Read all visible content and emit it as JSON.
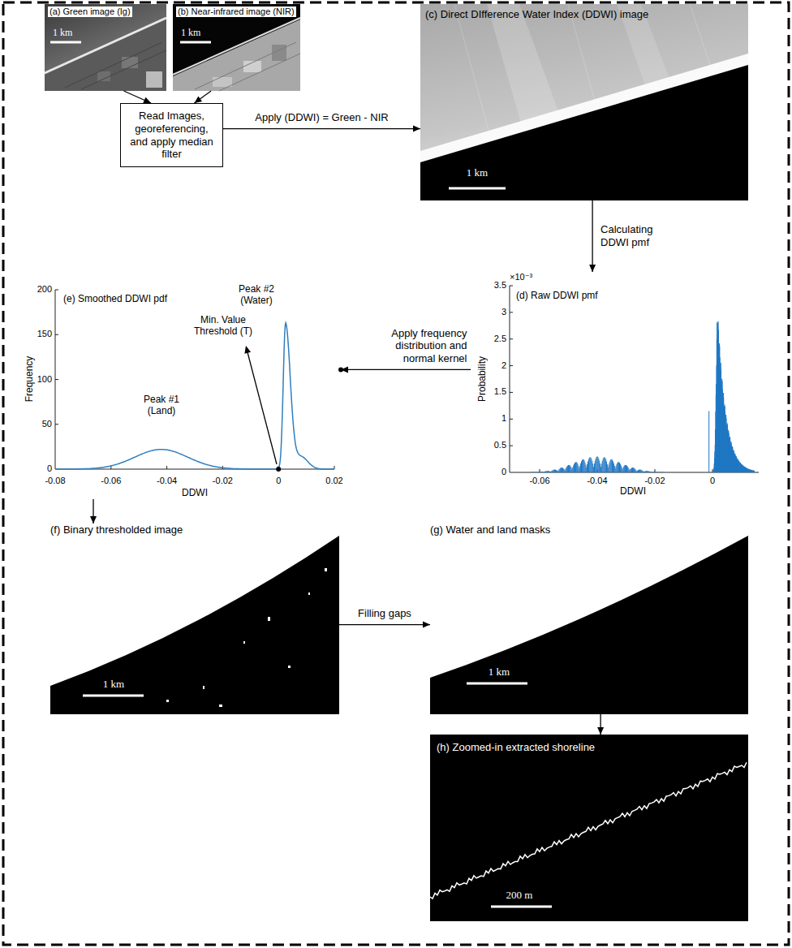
{
  "diagram": {
    "nodes": [
      {
        "text": [
          "(a)  Green image (Ig)",
          "1 km"
        ]
      },
      {
        "text": [
          "(b) Near-infrared image (NIR)",
          "1 km"
        ]
      },
      {
        "text": [
          "(c) Direct DIfference Water Index (DDWI) image",
          "1 km"
        ]
      },
      {
        "text": [
          "Read Images, georeferencing, and apply median filter"
        ]
      },
      {
        "text": [
          "(e) Smoothed DDWI pdf",
          "Frequency",
          "DDWI",
          "Peak #1 (Land)",
          "Peak #2 (Water)",
          "Min. Value Threshold (T)",
          "200",
          "150",
          "100",
          "50",
          "0",
          "-0.08",
          "-0.06",
          "-0.04",
          "-0.02",
          "0",
          "0.02"
        ]
      },
      {
        "text": [
          "(d) Raw DDWI pmf",
          "Probability",
          "DDWI",
          "×10⁻³",
          "3.5",
          "3",
          "2.5",
          "2",
          "1.5",
          "1",
          "0.5",
          "0",
          "-0.06",
          "-0.04",
          "-0.02",
          "0"
        ]
      },
      {
        "text": [
          "(f) Binary thresholded image",
          "1 km"
        ]
      },
      {
        "text": [
          "(g) Water and land masks",
          "1 km"
        ]
      },
      {
        "text": [
          "(h) Zoomed-in extracted shoreline",
          "200 m"
        ]
      }
    ],
    "edges": [
      {
        "from": 0,
        "to": 3,
        "arrow": "to"
      },
      {
        "from": 1,
        "to": 3,
        "arrow": "to"
      },
      {
        "from": 3,
        "to": 2,
        "arrow": "to",
        "label": "Apply (DDWI) = Green - NIR"
      },
      {
        "from": 2,
        "to": 5,
        "arrow": "to",
        "label": "Calculating DDWI pmf"
      },
      {
        "from": 5,
        "to": 4,
        "arrow": "to",
        "label": "Apply frequency distribution and normal kernel"
      },
      {
        "from": 4,
        "to": 6,
        "arrow": "to"
      },
      {
        "from": 6,
        "to": 7,
        "arrow": "to",
        "label": "Filling gaps"
      },
      {
        "from": 7,
        "to": 8,
        "arrow": "to"
      }
    ]
  }
}
